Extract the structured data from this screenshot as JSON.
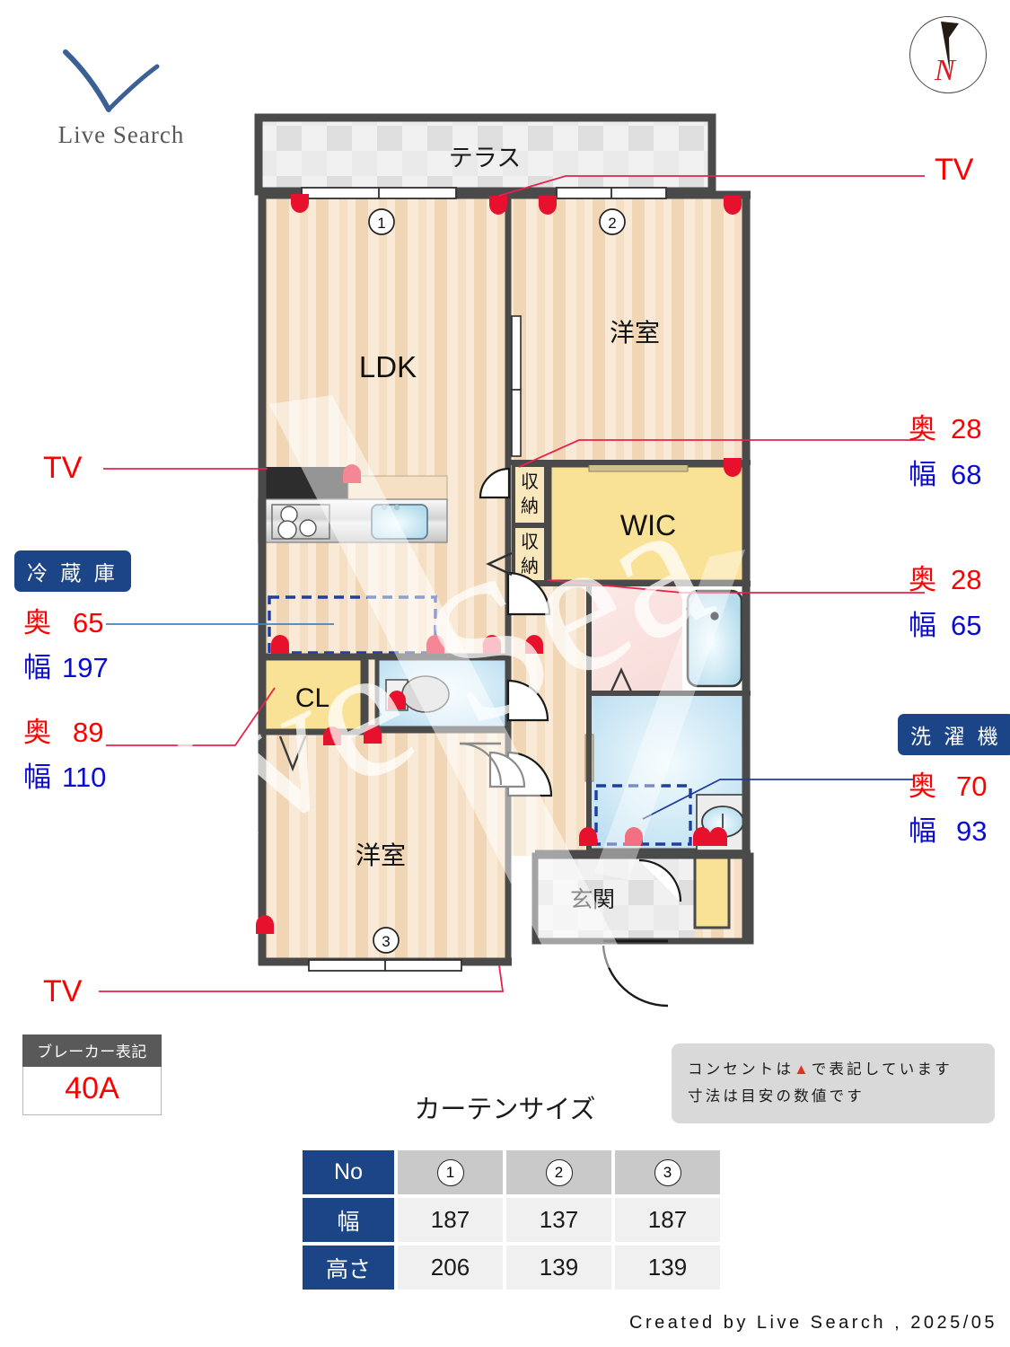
{
  "brand": {
    "name": "Live Search",
    "logo_icon": "check-swoosh-icon",
    "logo_color": "#3c6095"
  },
  "compass": {
    "label": "N",
    "icon": "compass-north-icon",
    "label_color": "#d81f26"
  },
  "watermark": {
    "text": "Live Search"
  },
  "plan": {
    "rooms": [
      {
        "id": "terrace",
        "label": "テラス"
      },
      {
        "id": "ldk",
        "label": "LDK"
      },
      {
        "id": "bedroom-north",
        "label": "洋室"
      },
      {
        "id": "bedroom-south",
        "label": "洋室"
      },
      {
        "id": "wic",
        "label": "WIC"
      },
      {
        "id": "closet",
        "label": "CL"
      },
      {
        "id": "storage-upper",
        "label": "収納"
      },
      {
        "id": "storage-lower",
        "label": "収納"
      },
      {
        "id": "entrance",
        "label": "玄関"
      }
    ],
    "window_markers": [
      {
        "id": 1,
        "label": "1"
      },
      {
        "id": 2,
        "label": "2"
      },
      {
        "id": 3,
        "label": "3"
      }
    ],
    "colors": {
      "floor": "#f7e4cd",
      "floor_stripe": "#f0d2b0",
      "wall": "#4a4a4a",
      "storage": "#f7dd8f",
      "water": "#cfe9f7",
      "tile": "#eeeeee",
      "outlet": "#e8112d"
    }
  },
  "annotations": {
    "tv_top_right": "TV",
    "tv_left": "TV",
    "tv_bottom_left": "TV",
    "fridge": {
      "tag": "冷 蔵 庫",
      "depth_label": "奥",
      "depth_value": "65",
      "width_label": "幅",
      "width_value": "197"
    },
    "closet_dim": {
      "depth_label": "奥",
      "depth_value": "89",
      "width_label": "幅",
      "width_value": "110"
    },
    "storage_upper_dim": {
      "depth_label": "奥",
      "depth_value": "28",
      "width_label": "幅",
      "width_value": "68"
    },
    "storage_lower_dim": {
      "depth_label": "奥",
      "depth_value": "28",
      "width_label": "幅",
      "width_value": "65"
    },
    "washer": {
      "tag": "洗 濯 機",
      "depth_label": "奥",
      "depth_value": "70",
      "width_label": "幅",
      "width_value": "93"
    }
  },
  "breaker": {
    "title": "ブレーカー表記",
    "value": "40A"
  },
  "note": {
    "line1_a": "コンセントは",
    "line1_tri": "▲",
    "line1_b": "で表記しています",
    "line2": "寸法は目安の数値です"
  },
  "curtain": {
    "title": "カーテンサイズ",
    "row_headers": [
      "No",
      "幅",
      "高さ"
    ],
    "columns": [
      "1",
      "2",
      "3"
    ],
    "width_values": [
      "187",
      "137",
      "187"
    ],
    "height_values": [
      "206",
      "139",
      "139"
    ]
  },
  "footer": {
    "text": "Created by Live Search , 2025/05"
  }
}
